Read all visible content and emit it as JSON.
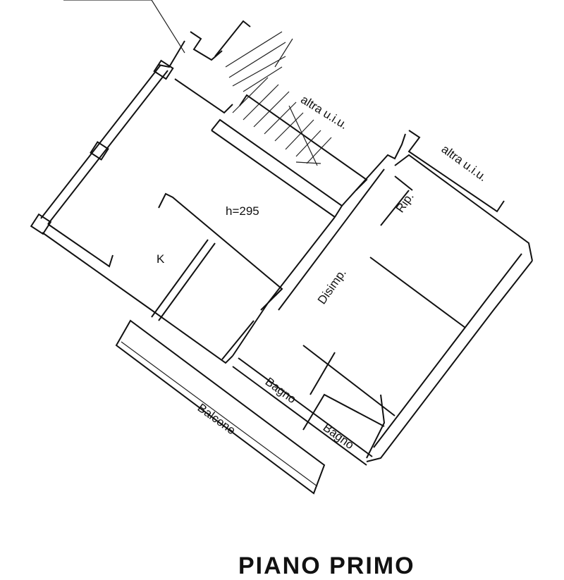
{
  "plan": {
    "labels": {
      "neighbor_1": "altra u.i.u.",
      "neighbor_2": "altra u.i.u.",
      "height": "h=295",
      "kitchen": "K",
      "hallway": "Disimp.",
      "storage": "Rip.",
      "bathroom_1": "Bagno",
      "bathroom_2": "Bagno",
      "balcony": "Balcone"
    },
    "title": "PIANO PRIMO",
    "line_color": "#111111",
    "background": "#ffffff"
  }
}
